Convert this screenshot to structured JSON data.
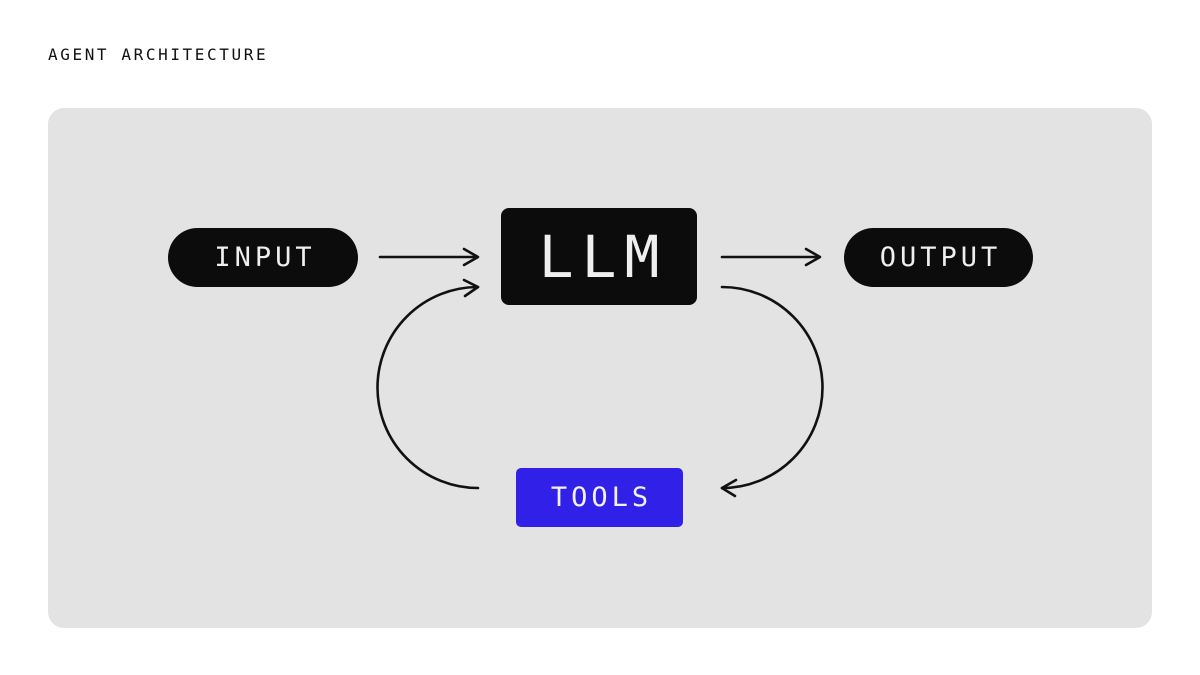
{
  "title": "AGENT ARCHITECTURE",
  "diagram": {
    "nodes": {
      "input": {
        "label": "INPUT",
        "shape": "pill",
        "bg": "#0c0c0c",
        "text_color": "#efefef"
      },
      "llm": {
        "label": "LLM",
        "shape": "rectangle",
        "bg": "#0c0c0c",
        "text_color": "#efefef"
      },
      "output": {
        "label": "OUTPUT",
        "shape": "pill",
        "bg": "#0c0c0c",
        "text_color": "#efefef"
      },
      "tools": {
        "label": "TOOLS",
        "shape": "rectangle",
        "bg": "#3121e8",
        "text_color": "#f2f2f2"
      }
    },
    "edges": [
      {
        "name": "input-to-llm",
        "from": "input",
        "to": "llm",
        "style": "straight-arrow-right"
      },
      {
        "name": "llm-to-output",
        "from": "llm",
        "to": "output",
        "style": "straight-arrow-right"
      },
      {
        "name": "tools-to-llm",
        "from": "tools",
        "to": "llm",
        "style": "curved-arrow-counterclockwise-left-loop"
      },
      {
        "name": "llm-to-tools",
        "from": "llm",
        "to": "tools",
        "style": "curved-arrow-clockwise-right-loop"
      }
    ]
  },
  "colors": {
    "page_background": "#ffffff",
    "panel_background": "#e3e3e3",
    "node_black": "#0c0c0c",
    "node_blue": "#3121e8",
    "arrow": "#111111",
    "title_text": "#111111"
  }
}
